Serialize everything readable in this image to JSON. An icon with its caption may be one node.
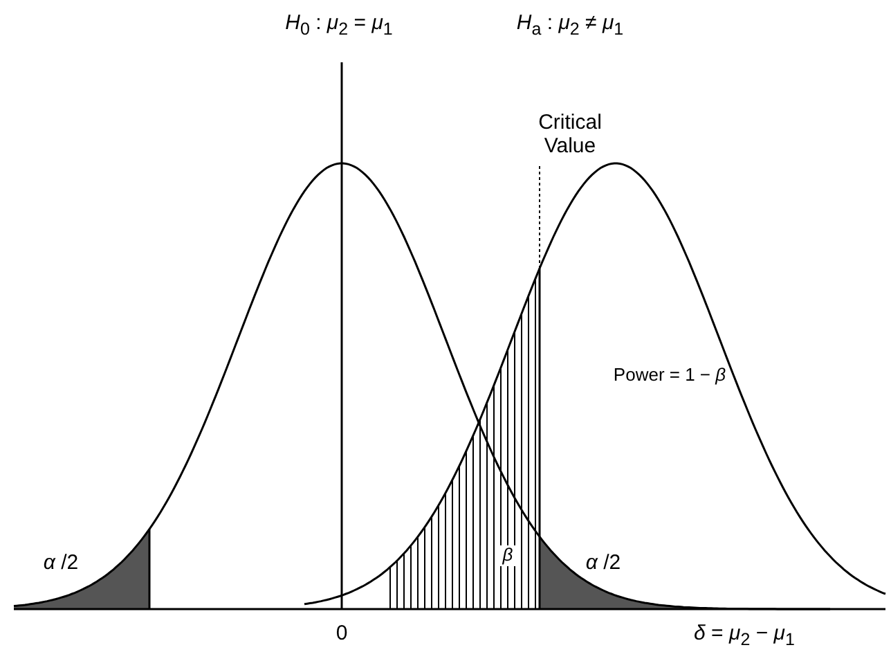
{
  "diagram": {
    "labels": [
      "*H*$_{0}$ : *μ*$_{2}$ = *μ*$_{1}$",
      "*H*$_{a}$ : *μ*$_{2}$ ≠ *μ*$_{1}$",
      "Critical Value",
      "Power = 1 − *β*",
      "β",
      "*α* /2",
      "*α* /2",
      "0",
      "*δ* = *μ*$_{2}$ − *μ*$_{1}$"
    ]
  }
}
